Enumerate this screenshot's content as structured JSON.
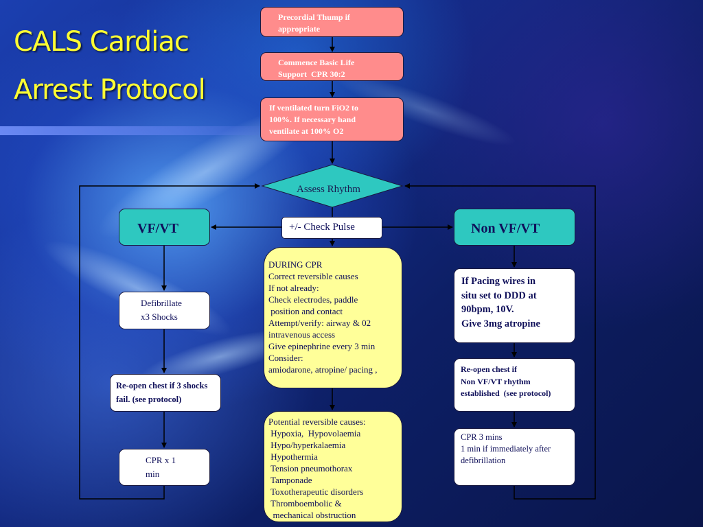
{
  "title": {
    "line1": "CALS Cardiac",
    "line2": "Arrest Protocol"
  },
  "colors": {
    "title": "#ffff33",
    "pink_box": "#ff8c8c",
    "teal_box": "#2ec8c0",
    "yellow_box": "#ffff99",
    "line": "#000000"
  },
  "flow": {
    "precordial_thump": [
      "Precordial Thump if",
      "appropriate"
    ],
    "basic_life_support": [
      "Commence Basic Life",
      "Support  CPR 30:2"
    ],
    "ventilate": [
      "If ventilated turn FiO2 to",
      "100%. If necessary hand",
      "ventilate at 100% O2"
    ],
    "assess_rhythm": "Assess Rhythm",
    "check_pulse": "+/- Check Pulse",
    "vf_vt": "VF/VT",
    "non_vf_vt": "Non VF/VT"
  },
  "vf_branch": {
    "defibrillate": [
      "Defibrillate",
      "x3 Shocks"
    ],
    "reopen_chest": [
      "Re-open chest if 3 shocks",
      "fail. (see protocol)"
    ],
    "cpr": [
      "CPR x 1",
      "min"
    ]
  },
  "non_vf_branch": {
    "pacing": [
      "If Pacing wires in",
      "situ set to DDD at",
      "90bpm, 10V.",
      "Give 3mg atropine"
    ],
    "reopen_chest": [
      "Re-open chest if",
      "Non VF/VT rhythm",
      "established  (see protocol)"
    ],
    "cpr": [
      "CPR 3 mins",
      "1 min if immediately after",
      "defibrillation"
    ]
  },
  "during_cpr": [
    "DURING CPR",
    "Correct reversible causes",
    "If not already:",
    "Check electrodes, paddle",
    " position and contact",
    "Attempt/verify: airway & 02",
    "intravenous access",
    "Give epinephrine every 3 min",
    "Consider:",
    "amiodarone, atropine/ pacing ,"
  ],
  "reversible_causes": [
    "Potential reversible causes:",
    " Hypoxia,  Hypovolaemia",
    " Hypo/hyperkalaemia",
    " Hypothermia",
    " Tension pneumothorax",
    " Tamponade",
    " Toxotherapeutic disorders",
    " Thromboembolic &",
    "  mechanical obstruction"
  ]
}
